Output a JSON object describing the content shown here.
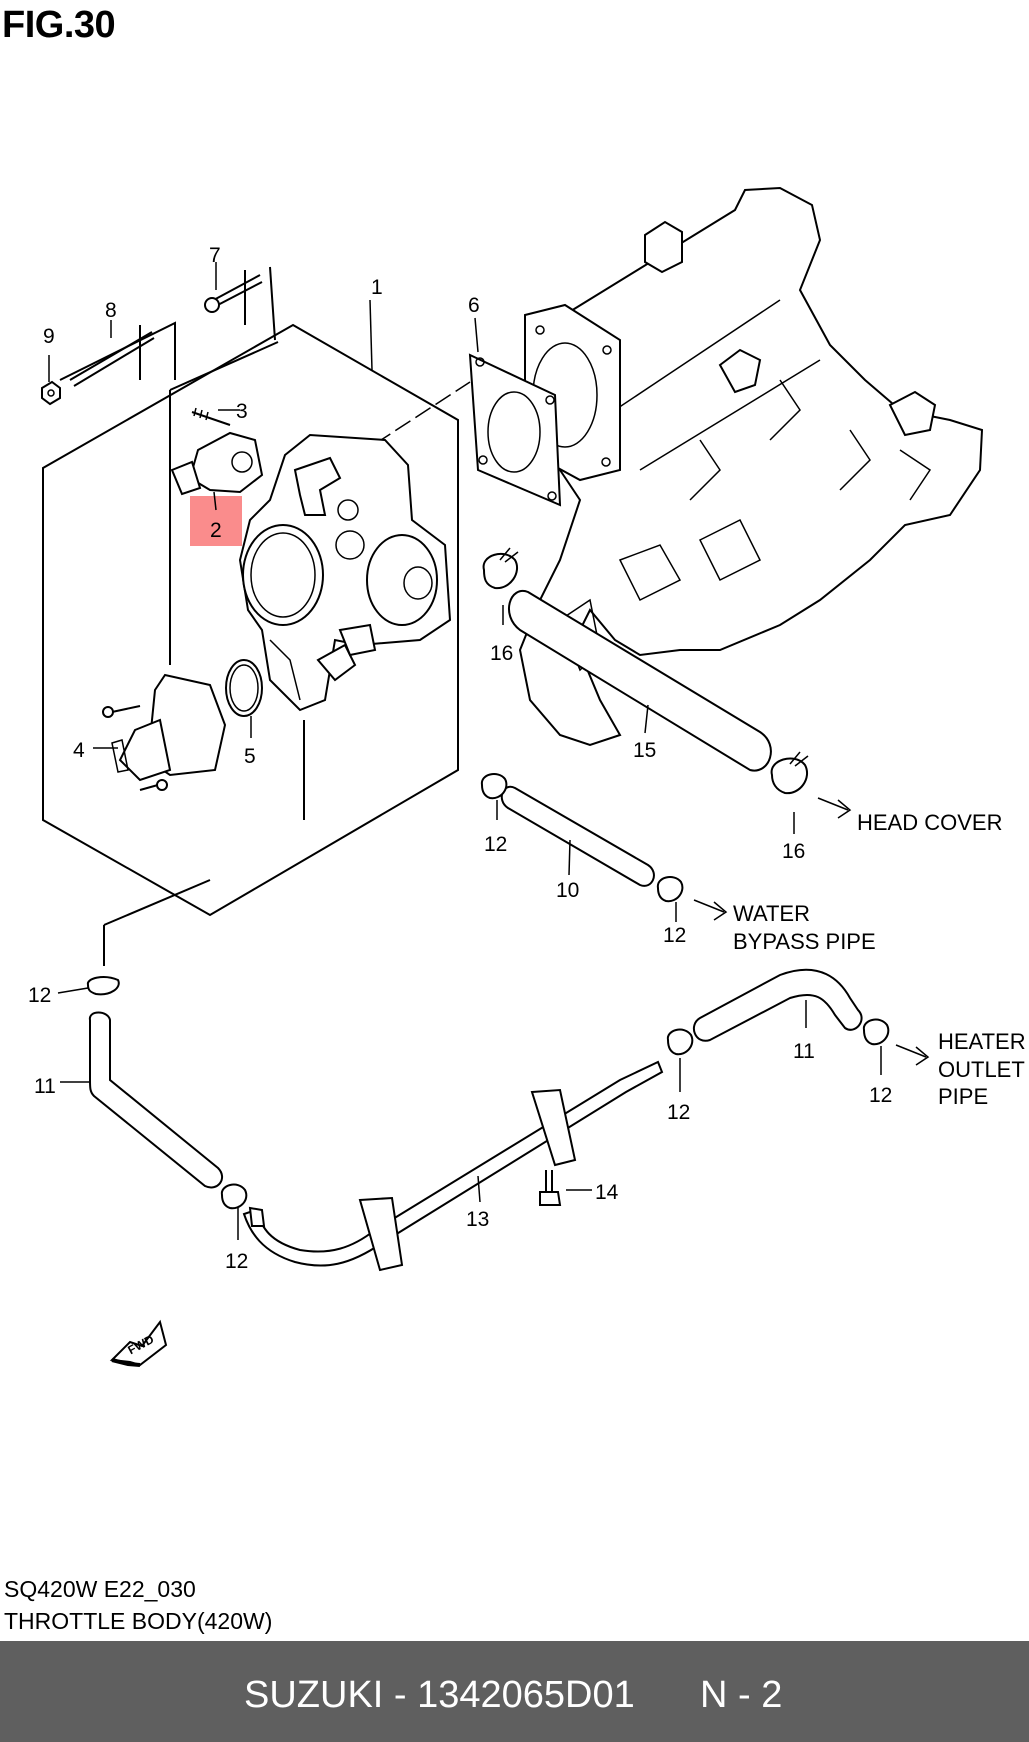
{
  "figure": {
    "title": "FIG.30",
    "model_code": "SQ420W E22_030",
    "description": "THROTTLE BODY(420W)"
  },
  "callouts": [
    "1",
    "2",
    "3",
    "4",
    "5",
    "6",
    "7",
    "8",
    "9",
    "10",
    "11",
    "11",
    "12",
    "12",
    "12",
    "12",
    "12",
    "12",
    "13",
    "14",
    "15",
    "16",
    "16"
  ],
  "destinations": {
    "head_cover": "HEAD COVER",
    "water_bypass_1": "WATER",
    "water_bypass_2": "BYPASS PIPE",
    "heater_1": "HEATER",
    "heater_2": "OUTLET",
    "heater_3": "PIPE"
  },
  "fwd_badge": "FWD",
  "highlight": {
    "part": "2",
    "color": "#f86060"
  },
  "footer": {
    "brand_part": "SUZUKI - 1342065D01",
    "quantity": "N - 2",
    "background": "#5f5f5f"
  }
}
